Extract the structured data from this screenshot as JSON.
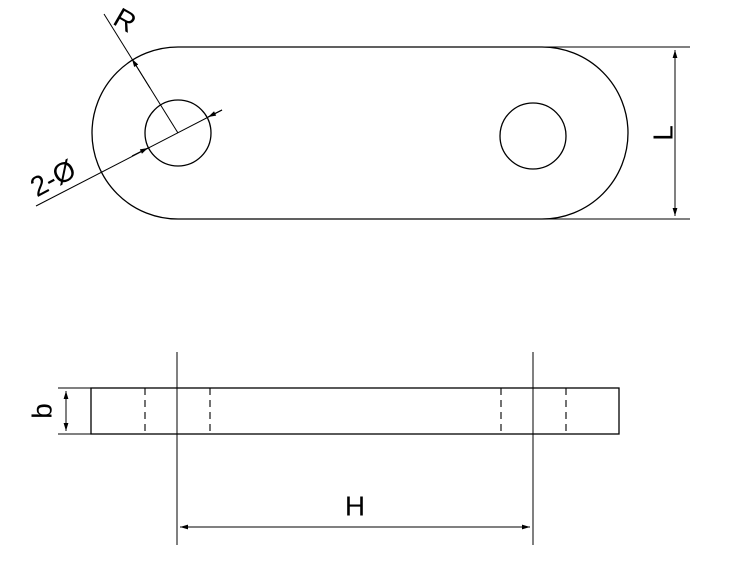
{
  "drawing": {
    "labels": {
      "radius": "R",
      "holes": "2-Ø",
      "length": "L",
      "thickness": "b",
      "hole_spacing": "H"
    }
  }
}
